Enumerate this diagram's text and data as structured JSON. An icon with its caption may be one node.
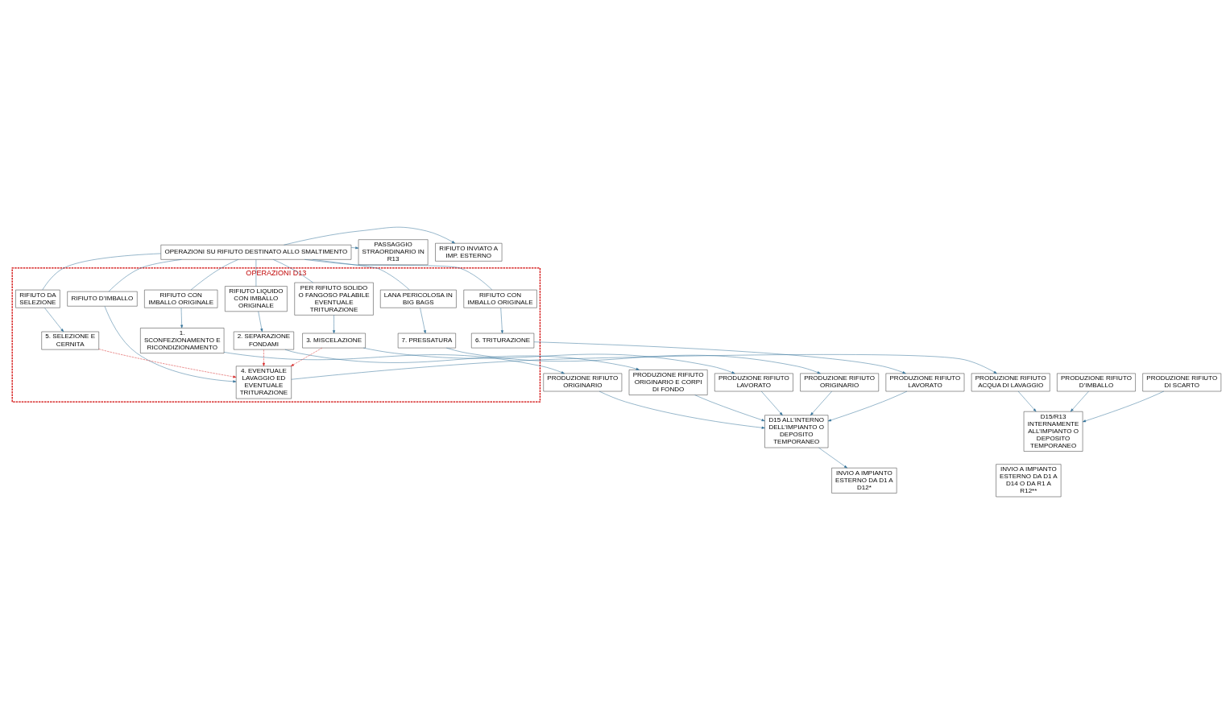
{
  "diagram": {
    "nodes": [
      {
        "text": [
          "OPERAZIONI SU RIFIUTO DESTINATO ALLO SMALTIMENTO"
        ]
      },
      {
        "text": [
          "RIFIUTO INVIATO A IMP. ESTERNO"
        ]
      },
      {
        "text": [
          "PASSAGGIO STRAORDINARIO IN R13"
        ]
      },
      {
        "text": [
          "OPERAZIONI D13"
        ]
      },
      {
        "text": [
          "RIFIUTO CON IMBALLO ORIGINALE"
        ],
        "in": 3
      },
      {
        "text": [
          "RIFIUTO CON IMBALLO ORIGINALE"
        ],
        "in": 3
      },
      {
        "text": [
          "RIFIUTO LIQUIDO CON IMBALLO ORIGINALE"
        ],
        "in": 3
      },
      {
        "text": [
          "PER RIFIUTO SOLIDO O FANGOSO PALABILE EVENTUALE TRITURAZIONE"
        ],
        "in": 3
      },
      {
        "text": [
          "LANA PERICOLOSA IN BIG BAGS"
        ],
        "in": 3
      },
      {
        "text": [
          "RIFIUTO DA SELEZIONE"
        ],
        "in": 3
      },
      {
        "text": [
          "RIFIUTO D’IMBALLO"
        ],
        "in": 3
      },
      {
        "text": [
          "6. TRITURAZIONE"
        ],
        "in": 3
      },
      {
        "text": [
          "1. SCONFEZIONAMENTO E RICONDIZIONAMENTO"
        ],
        "in": 3
      },
      {
        "text": [
          "2. SEPARAZIONE FONDAMI"
        ],
        "in": 3
      },
      {
        "text": [
          "3. MISCELAZIONE"
        ],
        "in": 3
      },
      {
        "text": [
          "7. PRESSATURA"
        ],
        "in": 3
      },
      {
        "text": [
          "5. SELEZIONE E CERNITA"
        ],
        "in": 3
      },
      {
        "text": [
          "4. EVENTUALE LAVAGGIO ED EVENTUALE TRITURAZIONE"
        ],
        "in": 3
      },
      {
        "text": [
          "PRODUZIONE RIFIUTO ACQUA DI LAVAGGIO"
        ]
      },
      {
        "text": [
          "PRODUZIONE RIFIUTO LAVORATO"
        ]
      },
      {
        "text": [
          "PRODUZIONE RIFIUTO ORIGINARIO"
        ]
      },
      {
        "text": [
          "PRODUZIONE RIFIUTO ORIGINARIO E CORPI DI FONDO"
        ]
      },
      {
        "text": [
          "PRODUZIONE RIFIUTO LAVORATO"
        ]
      },
      {
        "text": [
          "PRODUZIONE RIFIUTO ORIGINARIO"
        ]
      },
      {
        "text": [
          "PRODUZIONE RIFIUTO D’IMBALLO"
        ]
      },
      {
        "text": [
          "PRODUZIONE RIFIUTO DI SCARTO"
        ]
      },
      {
        "text": [
          "D15 ALL’INTERNO DELL’IMPIANTO O DEPOSITO TEMPORANEO"
        ]
      },
      {
        "text": [
          "D15/R13 INTERNAMENTE ALL’IMPIANTO O DEPOSITO TEMPORANEO"
        ]
      },
      {
        "text": [
          "INVIO A IMPIANTO ESTERNO DA D1 A D12*"
        ]
      },
      {
        "text": [
          "INVIO A IMPIANTO ESTERNO DA D1 A D14 O DA R1 A R12**"
        ]
      }
    ],
    "edges": [
      {
        "from": 0,
        "to": 1,
        "arrow": "to"
      },
      {
        "from": 0,
        "to": 2,
        "arrow": "to"
      },
      {
        "from": 0,
        "to": 4,
        "arrow": "none"
      },
      {
        "from": 0,
        "to": 5,
        "arrow": "none"
      },
      {
        "from": 0,
        "to": 6,
        "arrow": "none"
      },
      {
        "from": 0,
        "to": 7,
        "arrow": "none"
      },
      {
        "from": 0,
        "to": 8,
        "arrow": "none"
      },
      {
        "from": 0,
        "to": 9,
        "arrow": "none"
      },
      {
        "from": 0,
        "to": 10,
        "arrow": "none"
      },
      {
        "from": 4,
        "to": 11,
        "arrow": "to"
      },
      {
        "from": 5,
        "to": 12,
        "arrow": "to"
      },
      {
        "from": 6,
        "to": 13,
        "arrow": "to"
      },
      {
        "from": 7,
        "to": 14,
        "arrow": "to"
      },
      {
        "from": 8,
        "to": 15,
        "arrow": "to"
      },
      {
        "from": 9,
        "to": 16,
        "arrow": "to"
      },
      {
        "from": 10,
        "to": 17,
        "arrow": "to"
      },
      {
        "from": 13,
        "to": 17,
        "arrow": "to",
        "style": "dashed",
        "color": "#d62a2a"
      },
      {
        "from": 14,
        "to": 17,
        "arrow": "to",
        "style": "dashed",
        "color": "#d62a2a"
      },
      {
        "from": 16,
        "to": 17,
        "arrow": "to",
        "style": "dashed",
        "color": "#d62a2a"
      },
      {
        "from": 17,
        "to": 18,
        "arrow": "to"
      },
      {
        "from": 11,
        "to": 19,
        "arrow": "to"
      },
      {
        "from": 12,
        "to": 20,
        "arrow": "to"
      },
      {
        "from": 13,
        "to": 21,
        "arrow": "to"
      },
      {
        "from": 14,
        "to": 22,
        "arrow": "to"
      },
      {
        "from": 15,
        "to": 23,
        "arrow": "to"
      },
      {
        "from": 19,
        "to": 26,
        "arrow": "to"
      },
      {
        "from": 20,
        "to": 26,
        "arrow": "to"
      },
      {
        "from": 21,
        "to": 26,
        "arrow": "to"
      },
      {
        "from": 22,
        "to": 26,
        "arrow": "to"
      },
      {
        "from": 23,
        "to": 26,
        "arrow": "to"
      },
      {
        "from": 24,
        "to": 27,
        "arrow": "to"
      },
      {
        "from": 25,
        "to": 27,
        "arrow": "to"
      },
      {
        "from": 18,
        "to": 27,
        "arrow": "to"
      },
      {
        "from": 26,
        "to": 28,
        "arrow": "to"
      }
    ]
  }
}
